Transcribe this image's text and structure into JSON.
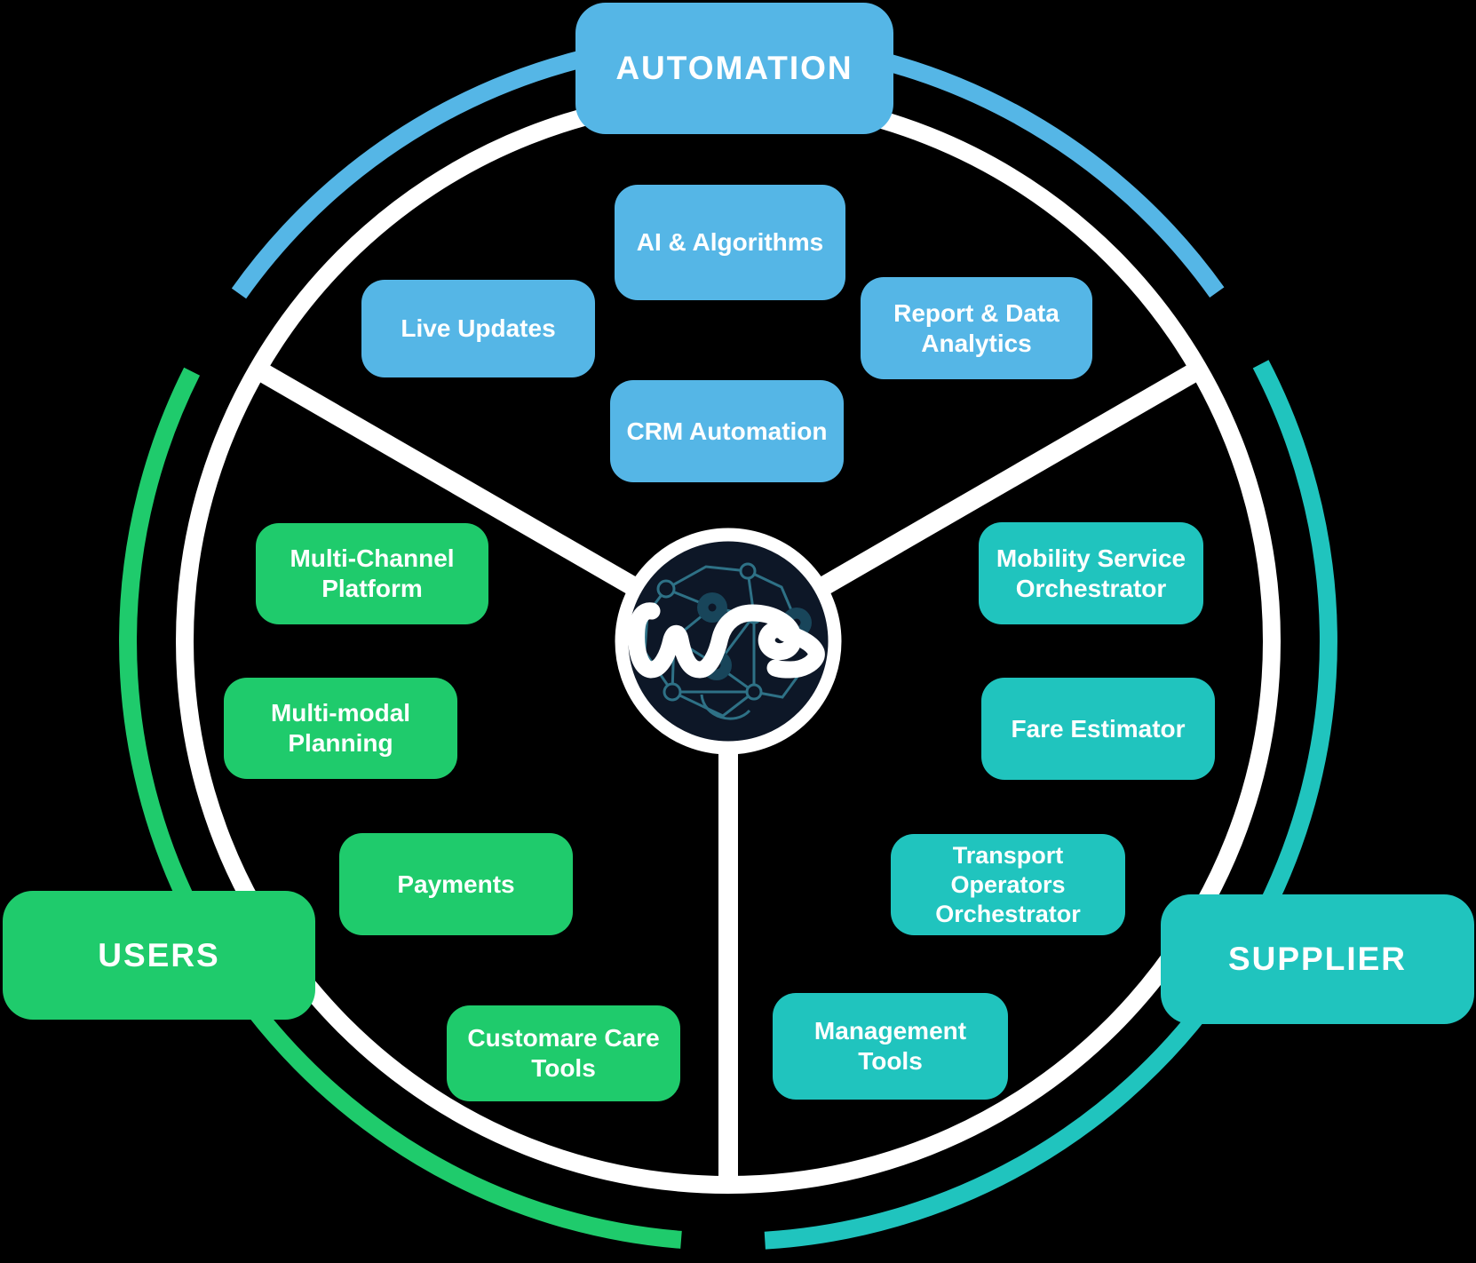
{
  "colors": {
    "automation_blue": "#55B6E6",
    "users_green": "#1FCB6C",
    "supplier_teal": "#20C4BE",
    "ring_white": "#FFFFFF",
    "logo_navy": "#0D1727",
    "logo_network_teal": "#2E7186"
  },
  "logo": {
    "text": "we"
  },
  "sections": [
    {
      "label": "AUTOMATION",
      "color": "#55B6E6",
      "items": [
        "AI & Algorithms",
        "Live Updates",
        "Report & Data Analytics",
        "CRM Automation"
      ]
    },
    {
      "label": "USERS",
      "color": "#1FCB6C",
      "items": [
        "Multi-Channel Platform",
        "Multi-modal Planning",
        "Payments",
        "Customare Care Tools"
      ]
    },
    {
      "label": "SUPPLIER",
      "color": "#20C4BE",
      "items": [
        "Mobility Service Orchestrator",
        "Fare Estimator",
        "Transport Operators Orchestrator",
        "Management Tools"
      ]
    }
  ]
}
